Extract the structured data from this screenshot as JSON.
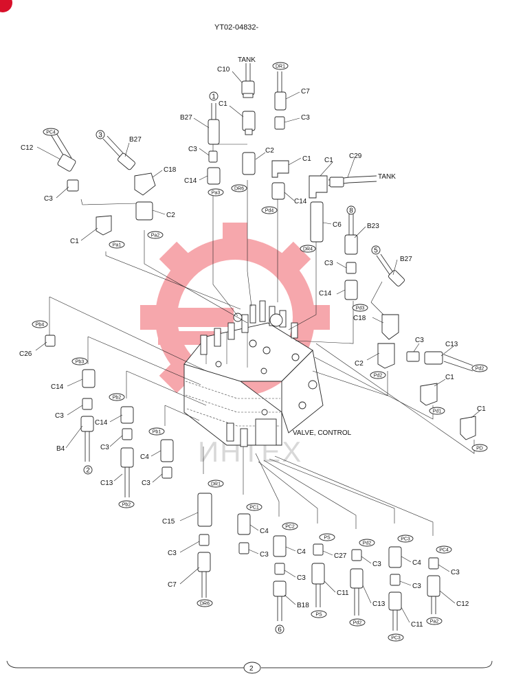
{
  "header": {
    "doc_code": "YT02-04832-",
    "corner_mark_color": "#d8102a"
  },
  "watermark": {
    "text": "ИНТЕХ",
    "gear_color": "#f0606a"
  },
  "main_assembly": {
    "label": "VALVE, CONTROL"
  },
  "footer": {
    "page_number": "2"
  },
  "callout_labels": [
    {
      "id": "t1",
      "text": "TANK"
    },
    {
      "id": "c10",
      "text": "C10"
    },
    {
      "id": "c7a",
      "text": "C7"
    },
    {
      "id": "c1a",
      "text": "C1"
    },
    {
      "id": "c3a",
      "text": "C3"
    },
    {
      "id": "b27a",
      "text": "B27"
    },
    {
      "id": "b27b",
      "text": "B27"
    },
    {
      "id": "c12a",
      "text": "C12"
    },
    {
      "id": "c18a",
      "text": "C18"
    },
    {
      "id": "c3b",
      "text": "C3"
    },
    {
      "id": "c2a",
      "text": "C2"
    },
    {
      "id": "c3c",
      "text": "C3"
    },
    {
      "id": "c14a",
      "text": "C14"
    },
    {
      "id": "c1b",
      "text": "C1"
    },
    {
      "id": "c1c",
      "text": "C1"
    },
    {
      "id": "c29",
      "text": "C29"
    },
    {
      "id": "t2",
      "text": "TANK"
    },
    {
      "id": "c2b",
      "text": "C2"
    },
    {
      "id": "c14b",
      "text": "C14"
    },
    {
      "id": "c6",
      "text": "C6"
    },
    {
      "id": "c1d",
      "text": "C1"
    },
    {
      "id": "b23",
      "text": "B23"
    },
    {
      "id": "c3d",
      "text": "C3"
    },
    {
      "id": "c14c",
      "text": "C14"
    },
    {
      "id": "b27c",
      "text": "B27"
    },
    {
      "id": "c18b",
      "text": "C18"
    },
    {
      "id": "c26",
      "text": "C26"
    },
    {
      "id": "c3e",
      "text": "C3"
    },
    {
      "id": "c13a",
      "text": "C13"
    },
    {
      "id": "c2c",
      "text": "C2"
    },
    {
      "id": "c1e",
      "text": "C1"
    },
    {
      "id": "c1f",
      "text": "C1"
    },
    {
      "id": "c14d",
      "text": "C14"
    },
    {
      "id": "c3f",
      "text": "C3"
    },
    {
      "id": "c14e",
      "text": "C14"
    },
    {
      "id": "b4",
      "text": "B4"
    },
    {
      "id": "c3g",
      "text": "C3"
    },
    {
      "id": "c4a",
      "text": "C4"
    },
    {
      "id": "c13b",
      "text": "C13"
    },
    {
      "id": "c3h",
      "text": "C3"
    },
    {
      "id": "c15",
      "text": "C15"
    },
    {
      "id": "c3i",
      "text": "C3"
    },
    {
      "id": "c7b",
      "text": "C7"
    },
    {
      "id": "c4b",
      "text": "C4"
    },
    {
      "id": "c3j",
      "text": "C3"
    },
    {
      "id": "c4c",
      "text": "C4"
    },
    {
      "id": "c3k",
      "text": "C3"
    },
    {
      "id": "c27",
      "text": "C27"
    },
    {
      "id": "c3l",
      "text": "C3"
    },
    {
      "id": "c4d",
      "text": "C4"
    },
    {
      "id": "c3m",
      "text": "C3"
    },
    {
      "id": "b18",
      "text": "B18"
    },
    {
      "id": "c11a",
      "text": "C11"
    },
    {
      "id": "c13c",
      "text": "C13"
    },
    {
      "id": "c3n",
      "text": "C3"
    },
    {
      "id": "c12b",
      "text": "C12"
    },
    {
      "id": "c11b",
      "text": "C11"
    }
  ],
  "port_tags": [
    {
      "id": "p_dr1a",
      "text": "DR1"
    },
    {
      "id": "p_pc4a",
      "text": "PC4"
    },
    {
      "id": "p_pa3",
      "text": "Pa3"
    },
    {
      "id": "p_dr6a",
      "text": "DR6"
    },
    {
      "id": "p_pd4",
      "text": "Pd4"
    },
    {
      "id": "p_pa1",
      "text": "Pa1"
    },
    {
      "id": "p_pa2a",
      "text": "Pa2"
    },
    {
      "id": "p_dr4",
      "text": "DR4"
    },
    {
      "id": "p_pd3",
      "text": "Pd3"
    },
    {
      "id": "p_pb4",
      "text": "Pb4"
    },
    {
      "id": "p_pb3",
      "text": "Pb3"
    },
    {
      "id": "p_pd2a",
      "text": "Pd2"
    },
    {
      "id": "p_pd2b",
      "text": "Pd2"
    },
    {
      "id": "p_pd1",
      "text": "Pd1"
    },
    {
      "id": "p_pd",
      "text": "PD"
    },
    {
      "id": "p_pb2a",
      "text": "Pb2"
    },
    {
      "id": "p_pb1",
      "text": "Pb1"
    },
    {
      "id": "p_pb2b",
      "text": "Pb2"
    },
    {
      "id": "p_dr1b",
      "text": "DR1"
    },
    {
      "id": "p_pc1",
      "text": "PC1"
    },
    {
      "id": "p_pc2",
      "text": "PC2"
    },
    {
      "id": "p_ps1",
      "text": "PS"
    },
    {
      "id": "p_pd2c",
      "text": "Pd2"
    },
    {
      "id": "p_pc3a",
      "text": "PC3"
    },
    {
      "id": "p_pc4b",
      "text": "PC4"
    },
    {
      "id": "p_dr6b",
      "text": "DR6"
    },
    {
      "id": "p_ps2",
      "text": "PS"
    },
    {
      "id": "p_pd2d",
      "text": "Pd2"
    },
    {
      "id": "p_pc3b",
      "text": "PC3"
    },
    {
      "id": "p_pa2b",
      "text": "Pa2"
    }
  ],
  "circled_numbers": [
    {
      "id": "n1",
      "text": "1"
    },
    {
      "id": "n3",
      "text": "3"
    },
    {
      "id": "n8",
      "text": "8"
    },
    {
      "id": "n5",
      "text": "5"
    },
    {
      "id": "n2",
      "text": "2"
    },
    {
      "id": "n6",
      "text": "6"
    }
  ]
}
